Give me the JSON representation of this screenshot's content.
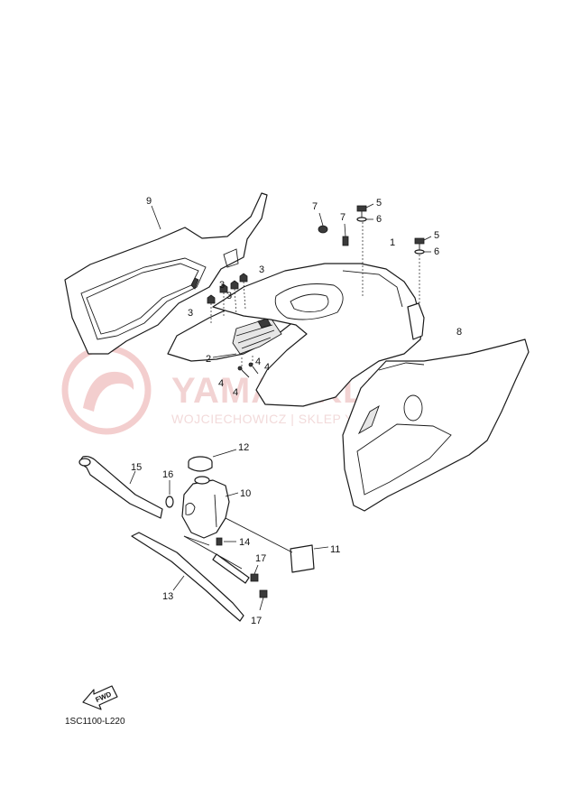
{
  "diagram": {
    "drawing_code": "1SC1100-L220",
    "fwd_label": "FWD",
    "watermark": {
      "title": "YAMA-SKLEP.PL",
      "subtitle": "WOJCIECHOWICZ | SKLEP YAMAHA"
    },
    "callouts": [
      "1",
      "2",
      "3",
      "3",
      "3",
      "3",
      "4",
      "4",
      "4",
      "4",
      "5",
      "5",
      "6",
      "6",
      "7",
      "7",
      "8",
      "9",
      "10",
      "11",
      "12",
      "13",
      "14",
      "15",
      "16",
      "17",
      "17"
    ]
  }
}
